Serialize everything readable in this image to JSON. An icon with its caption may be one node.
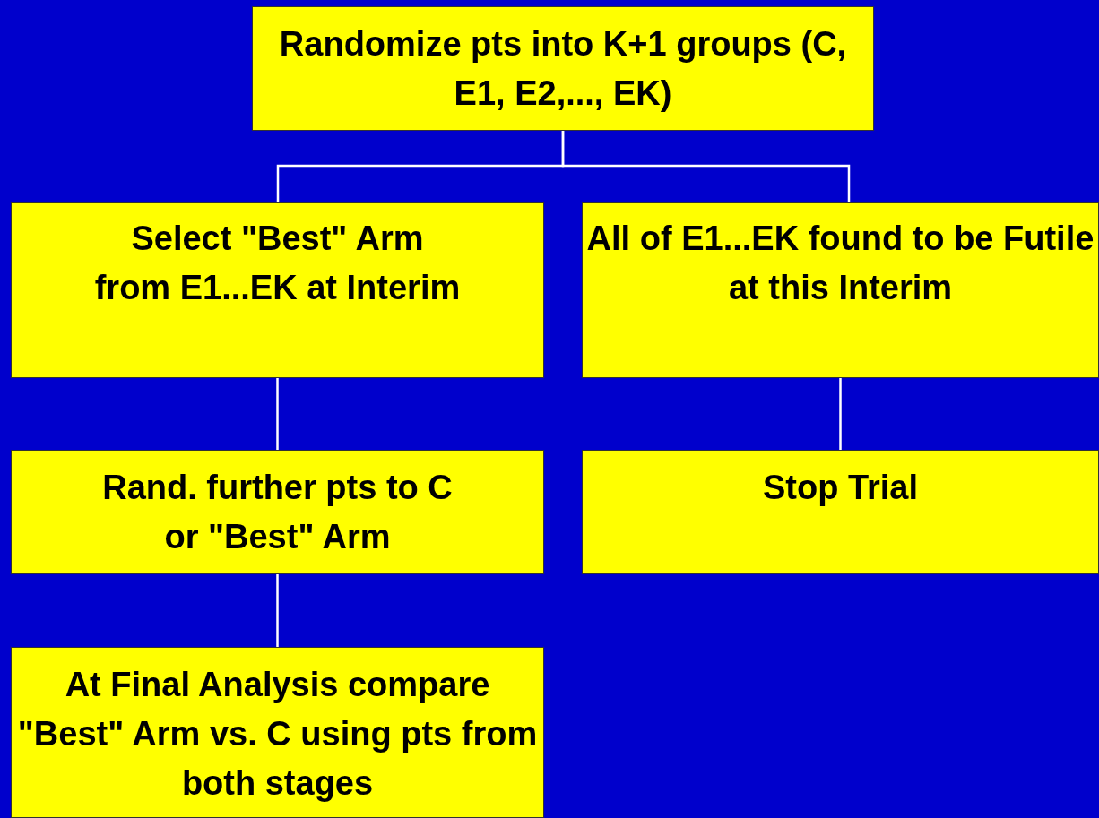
{
  "diagram": {
    "nodes": [
      {
        "text": [
          "Randomize pts into K+1 groups (C, E1, E2,..., EK)"
        ]
      },
      {
        "text": [
          "Select \"Best\" Arm from E1...EK at Interim"
        ]
      },
      {
        "text": [
          "All of E1...EK found to be Futile at this Interim"
        ]
      },
      {
        "text": [
          "Rand. further pts to C or \"Best\" Arm"
        ]
      },
      {
        "text": [
          "Stop Trial"
        ]
      },
      {
        "text": [
          "At Final Analysis compare \"Best\" Arm vs. C using pts from both stages"
        ]
      }
    ],
    "edges": [
      {
        "from": 0,
        "to": 1,
        "arrow": "none"
      },
      {
        "from": 0,
        "to": 2,
        "arrow": "none"
      },
      {
        "from": 1,
        "to": 3,
        "arrow": "none"
      },
      {
        "from": 2,
        "to": 4,
        "arrow": "none"
      },
      {
        "from": 3,
        "to": 5,
        "arrow": "none"
      }
    ]
  }
}
